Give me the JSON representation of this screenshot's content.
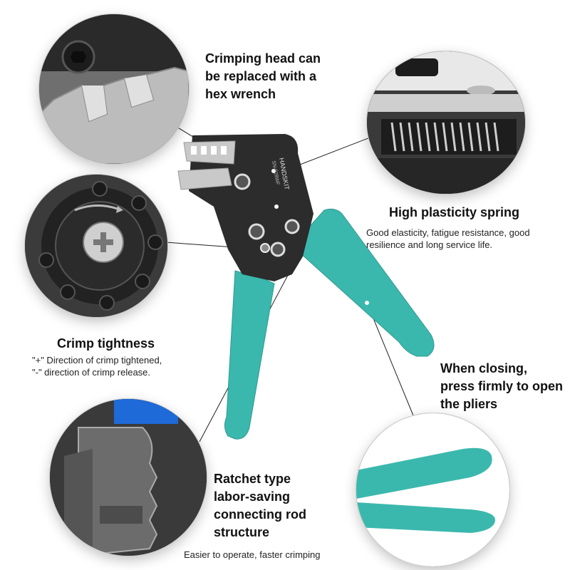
{
  "callouts": {
    "head": {
      "title_lines": [
        "Crimping head can",
        "be replaced with a",
        "hex wrench"
      ]
    },
    "spring": {
      "title": "High plasticity spring",
      "desc_lines": [
        "Good elasticity, fatigue resistance, good",
        "resilience and long service life."
      ]
    },
    "tightness": {
      "title": "Crimp tightness",
      "desc_lines": [
        "\"+\" Direction of crimp tightened,",
        "\"-\" direction of crimp release."
      ]
    },
    "closing": {
      "title_lines": [
        "When closing,",
        "press firmly to open",
        "the pliers"
      ]
    },
    "ratchet": {
      "title_lines": [
        "Ratchet type",
        "labor-saving",
        "connecting rod",
        "structure"
      ],
      "desc": "Easier to operate, faster crimping"
    }
  },
  "tool": {
    "brand": "HANDSKIT",
    "model": "SN-028WF"
  },
  "colors": {
    "handle": "#3bb8ad",
    "metal": "#2c2c2c",
    "jaw": "#c9c9c9",
    "leader": "#222222"
  },
  "icons": {
    "knob_arrow": "curved-arrow-icon"
  }
}
